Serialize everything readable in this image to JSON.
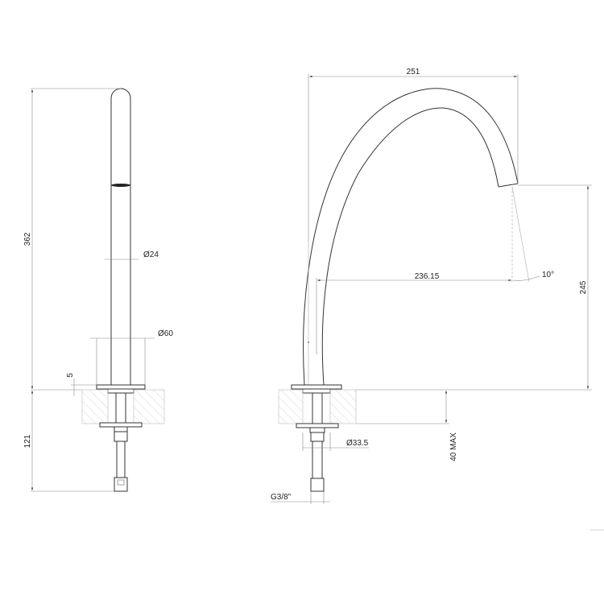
{
  "drawing": {
    "type": "technical-drawing",
    "subject": "deck-mounted faucet, front and side views",
    "colors": {
      "line": "#333333",
      "dimension": "#888888",
      "hatch": "#bbbbbb",
      "background": "#ffffff"
    }
  },
  "front_view": {
    "dimensions": {
      "total_height": "362",
      "body_diameter": "Ø24",
      "base_diameter": "Ø60",
      "base_thickness": "5",
      "under_deck_length": "121"
    }
  },
  "side_view": {
    "dimensions": {
      "reach": "251",
      "spout_reach": "236.15",
      "spout_angle": "10°",
      "spout_height": "245",
      "deck_thickness": "40 MAX",
      "shank_diameter": "Ø33.5",
      "connection_thread": "G3/8\""
    }
  }
}
